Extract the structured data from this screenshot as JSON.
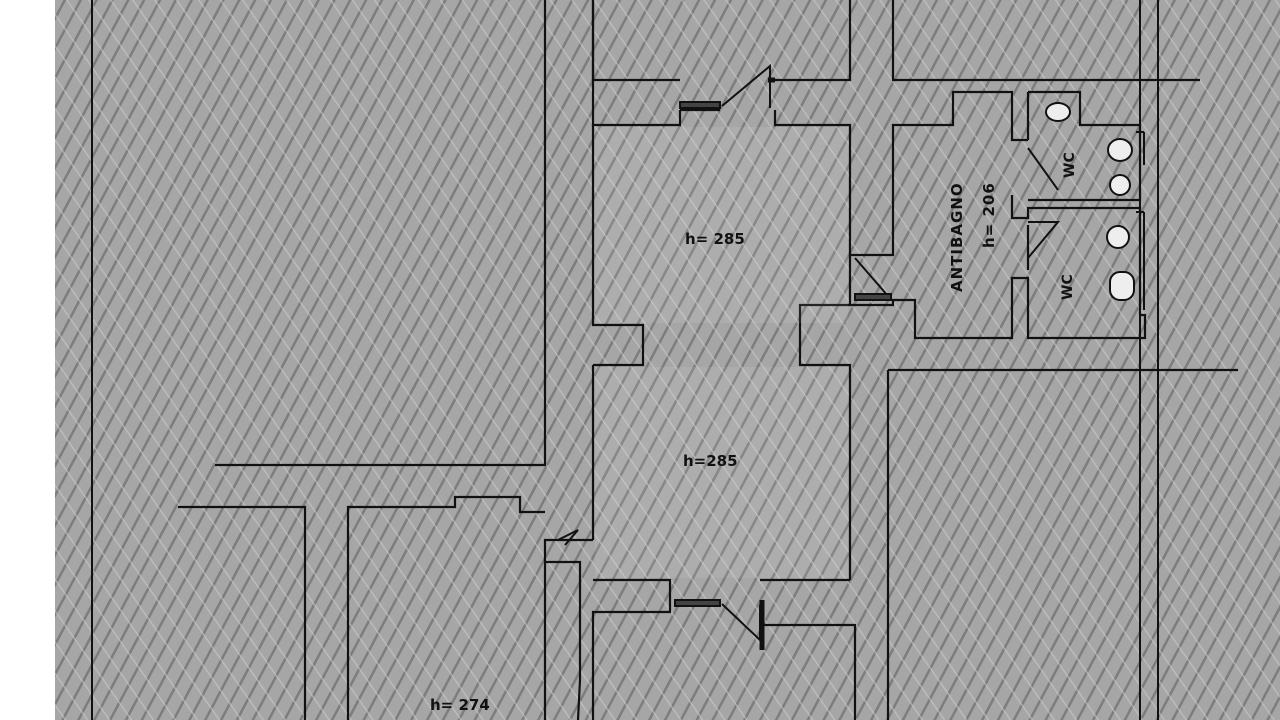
{
  "plan": {
    "rooms": {
      "upper_room": {
        "height_label": "h= 285"
      },
      "middle_room": {
        "height_label": "h=285"
      },
      "lower_left_room": {
        "height_label": "h= 274"
      },
      "antibagno": {
        "name": "ANTIBAGNO",
        "height_label": "h= 206"
      },
      "wc_upper": {
        "name": "WC"
      },
      "wc_lower": {
        "name": "WC"
      }
    },
    "colors": {
      "hatch_background": "#9a9a9a",
      "room_fill": "#b8b8b8",
      "wall_stroke": "#111111"
    }
  }
}
